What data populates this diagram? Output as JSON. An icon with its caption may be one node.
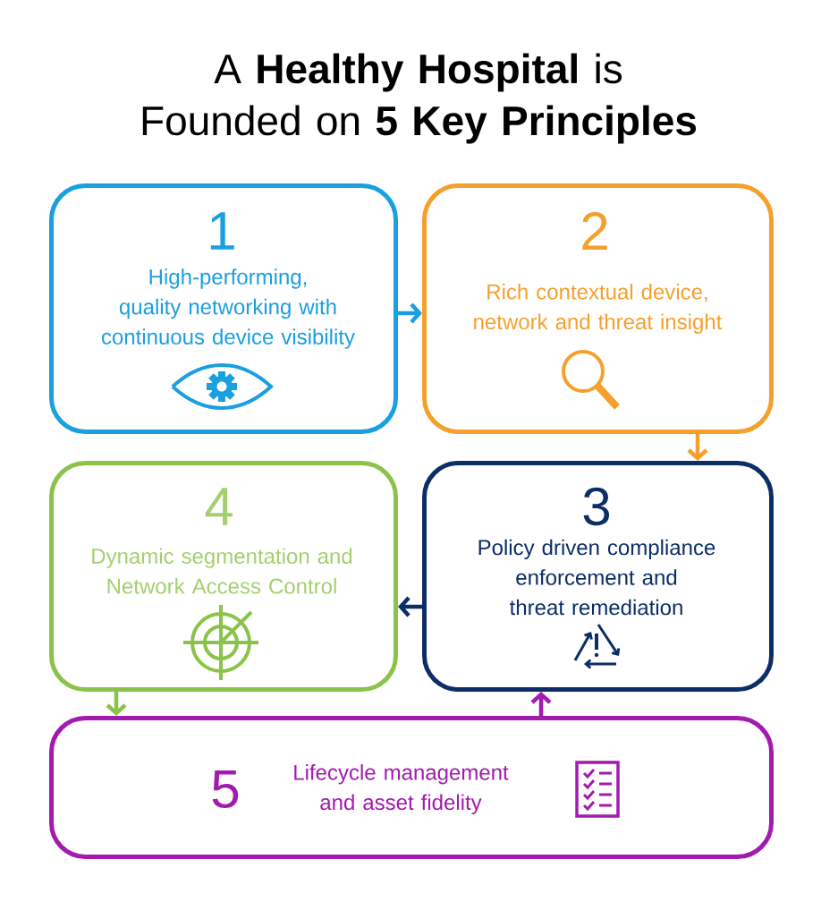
{
  "diagram": {
    "title": "A **Healthy Hospital** is Founded on **5 Key Principles**",
    "nodes": [
      {
        "text": [
          "1",
          "High-performing, quality networking with continuous device visibility"
        ]
      },
      {
        "text": [
          "2",
          "Rich contextual device, network and threat insight"
        ]
      },
      {
        "text": [
          "4",
          "Dynamic segmentation and Network Access Control"
        ]
      },
      {
        "text": [
          "3",
          "Policy driven compliance enforcement and threat remediation"
        ]
      },
      {
        "text": [
          "5",
          "Lifecycle management and asset fidelity"
        ]
      }
    ],
    "edges": [
      {
        "from": 0,
        "to": 1,
        "arrow": "to",
        "color": "#1a9fe0"
      },
      {
        "from": 1,
        "to": 3,
        "arrow": "to",
        "color": "#f5a02c"
      },
      {
        "from": 3,
        "to": 2,
        "arrow": "to",
        "color": "#0c2d66"
      },
      {
        "from": 2,
        "to": 4,
        "arrow": "to",
        "color": "#8bc34a"
      },
      {
        "from": 4,
        "to": 3,
        "arrow": "to",
        "color": "#a31aaf"
      }
    ]
  }
}
